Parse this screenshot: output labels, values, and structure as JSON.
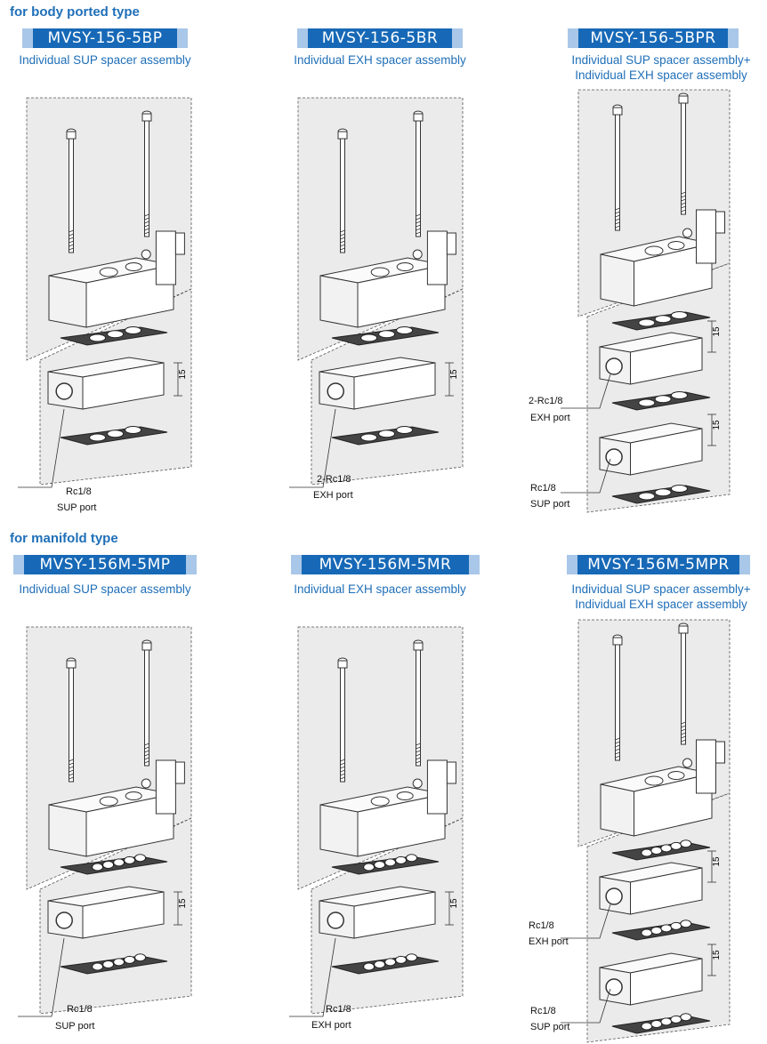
{
  "sections": [
    {
      "title": "for body ported type",
      "panels": [
        {
          "model": "MVSY-156-5BP",
          "subtitle": [
            "Individual SUP spacer assembly"
          ],
          "ports": [
            {
              "size": "Rc1/8",
              "name": "SUP port"
            }
          ],
          "dim": "15"
        },
        {
          "model": "MVSY-156-5BR",
          "subtitle": [
            "Individual EXH spacer assembly"
          ],
          "ports": [
            {
              "size": "2-Rc1/8",
              "name": "EXH port"
            }
          ],
          "dim": "15"
        },
        {
          "model": "MVSY-156-5BPR",
          "subtitle": [
            "Individual SUP spacer assembly+",
            "Individual EXH spacer assembly"
          ],
          "ports": [
            {
              "size": "2-Rc1/8",
              "name": "EXH port"
            },
            {
              "size": "Rc1/8",
              "name": "SUP port"
            }
          ],
          "dim": "15"
        }
      ]
    },
    {
      "title": "for manifold type",
      "panels": [
        {
          "model": "MVSY-156M-5MP",
          "subtitle": [
            "Individual SUP spacer assembly"
          ],
          "ports": [
            {
              "size": "Rc1/8",
              "name": "SUP port"
            }
          ],
          "dim": "15"
        },
        {
          "model": "MVSY-156M-5MR",
          "subtitle": [
            "Individual EXH spacer assembly"
          ],
          "ports": [
            {
              "size": "Rc1/8",
              "name": "EXH port"
            }
          ],
          "dim": "15"
        },
        {
          "model": "MVSY-156M-5MPR",
          "subtitle": [
            "Individual SUP spacer assembly+",
            "Individual EXH spacer assembly"
          ],
          "ports": [
            {
              "size": "Rc1/8",
              "name": "EXH port"
            },
            {
              "size": "Rc1/8",
              "name": "SUP port"
            }
          ],
          "dim": "15"
        }
      ]
    }
  ],
  "colors": {
    "accent": "#1769b7",
    "accent_light": "#a9c7e8",
    "text_blue": "#1f6fb8"
  }
}
